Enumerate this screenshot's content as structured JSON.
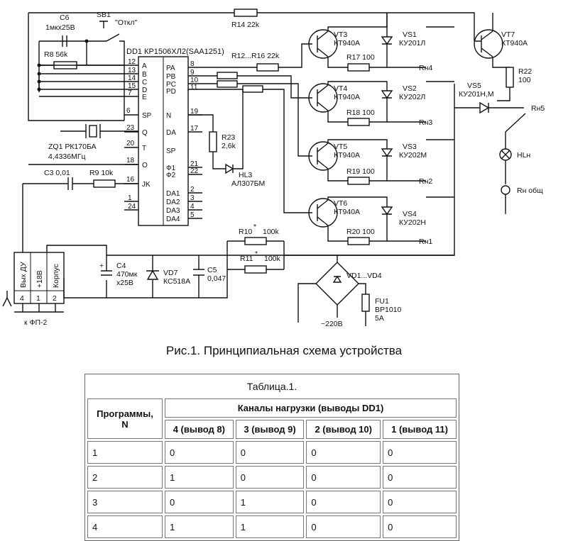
{
  "figure": {
    "caption": "Рис.1. Принципиальная схема устройства",
    "labels": {
      "c6": "C6",
      "c6_val": "1мкх25В",
      "sb1": "SB1",
      "sb1_note": "\"Откл\"",
      "r14": "R14 22k",
      "r8": "R8 56k",
      "dd1": "DD1 КР1506ХЛ2(SAA1251)",
      "r12_16": "R12...R16 22k",
      "vt3": "VT3",
      "vt3_type": "КТ940А",
      "vt4": "VT4",
      "vt4_type": "КТ940А",
      "vt5": "VT5",
      "vt5_type": "КТ940А",
      "vt6": "VT6",
      "vt6_type": "КТ940А",
      "vt7": "VT7",
      "vt7_type": "КТ940А",
      "vs1": "VS1",
      "vs1_type": "КУ201Л",
      "vs2": "VS2",
      "vs2_type": "КУ202Л",
      "vs3": "VS3",
      "vs3_type": "КУ202М",
      "vs4": "VS4",
      "vs4_type": "КУ202Н",
      "vs5": "VS5",
      "vs5_type": "КУ201Н,М",
      "r17": "R17 100",
      "r18": "R18 100",
      "r19": "R19 100",
      "r20": "R20 100",
      "r22": "R22",
      "r22_val": "100",
      "rh4": "Rн4",
      "rh3": "Rн3",
      "rh2": "Rн2",
      "rh1": "Rн1",
      "rh5": "Rн5",
      "hlh": "HLн",
      "rh_total": "Rн общ",
      "zq1": "ZQ1 РК170БА",
      "zq1_freq": "4,4336МГц",
      "c3": "C3 0,01",
      "r9": "R9 10k",
      "r23": "R23",
      "r23_val": "2,6k",
      "hl3": "HL3",
      "hl3_type": "АЛ307БМ",
      "r10": "R10",
      "r10_val": "100k",
      "r11": "R11",
      "r11_val": "100k",
      "star": "*",
      "c4": "C4",
      "c4_val": "470мк",
      "c4_v": "х25В",
      "vd7": "VD7",
      "vd7_type": "КС518А",
      "c5": "C5",
      "c5_val": "0,047",
      "vd1_4": "VD1...VD4",
      "fu1": "FU1",
      "fu1_type": "ВР1010",
      "fu1_val": "5А",
      "v220": "~220В",
      "conn_out": "Вых ДУ",
      "conn_plus": "+18В",
      "conn_case": "Корпус",
      "conn_4": "4",
      "conn_1": "1",
      "conn_2": "2",
      "to_fp2": "к ФП-2",
      "plus": "+"
    },
    "chip_left_letters": [
      "A",
      "B",
      "C",
      "D",
      "E"
    ],
    "chip_left_pins": [
      "12",
      "13",
      "14",
      "15",
      "7"
    ],
    "chip_left_funcs": [
      "SP",
      "Q",
      "T",
      "O",
      "JK"
    ],
    "chip_left_func_pins": [
      "6",
      "23",
      "20",
      "18",
      "16"
    ],
    "chip_nc_pins": [
      "1",
      "24"
    ],
    "chip_right_ports": [
      "PA",
      "PB",
      "PC",
      "PD"
    ],
    "chip_right_port_pins": [
      "8",
      "9",
      "10",
      "11"
    ],
    "chip_right_funcs": [
      "N",
      "DA",
      "SP",
      "Ф1",
      "Ф2",
      "DA1",
      "DA2",
      "DA3",
      "DA4"
    ],
    "chip_right_func_pins": [
      "19",
      "17",
      "",
      "21",
      "22",
      "2",
      "3",
      "4",
      "5"
    ]
  },
  "table": {
    "title": "Таблица.1.",
    "col_programs": "Программы, N",
    "col_group": "Каналы нагрузки (выводы DD1)",
    "channel_headers": [
      "4 (вывод 8)",
      "3 (вывод 9)",
      "2 (вывод 10)",
      "1 (вывод 11)"
    ],
    "rows": [
      [
        "1",
        "0",
        "0",
        "0",
        "0"
      ],
      [
        "2",
        "1",
        "0",
        "0",
        "0"
      ],
      [
        "3",
        "0",
        "1",
        "0",
        "0"
      ],
      [
        "4",
        "1",
        "1",
        "0",
        "0"
      ]
    ]
  }
}
